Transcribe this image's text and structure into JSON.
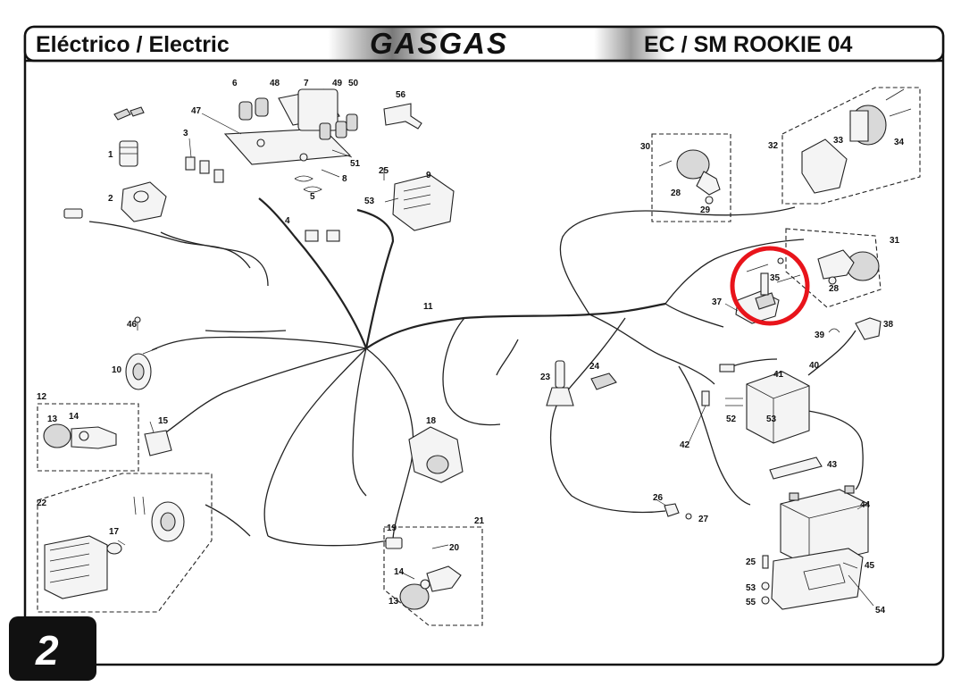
{
  "header": {
    "left_title": "Eléctrico / Electric",
    "brand_logo": "GASGAS",
    "right_title": "EC / SM ROOKIE 04"
  },
  "page_number": "2",
  "highlight": {
    "color": "#e8141b",
    "target_part": "35"
  },
  "colors": {
    "frame": "#111111",
    "page_badge_bg": "#111111",
    "highlight_circle": "#e8141b"
  },
  "parts": {
    "p1": "1",
    "p2": "2",
    "p3": "3",
    "p4": "4",
    "p5": "5",
    "p6": "6",
    "p7": "7",
    "p8": "8",
    "p9": "9",
    "p10": "10",
    "p11": "11",
    "p12": "12",
    "p13a": "13",
    "p13b": "13",
    "p14a": "14",
    "p14b": "14",
    "p15": "15",
    "p17": "17",
    "p18": "18",
    "p19": "19",
    "p20": "20",
    "p21": "21",
    "p22": "22",
    "p23": "23",
    "p24": "24",
    "p25a": "25",
    "p25b": "25",
    "p26": "26",
    "p27": "27",
    "p28a": "28",
    "p28b": "28",
    "p29": "29",
    "p30": "30",
    "p31": "31",
    "p32": "32",
    "p33": "33",
    "p34": "34",
    "p35": "35",
    "p37": "37",
    "p38": "38",
    "p39": "39",
    "p40": "40",
    "p41": "41",
    "p42": "42",
    "p43": "43",
    "p44": "44",
    "p45": "45",
    "p46": "46",
    "p47": "47",
    "p48": "48",
    "p49": "49",
    "p50": "50",
    "p51": "51",
    "p52": "52",
    "p53a": "53",
    "p53b": "53",
    "p53c": "53",
    "p54": "54",
    "p55": "55",
    "p56": "56"
  }
}
